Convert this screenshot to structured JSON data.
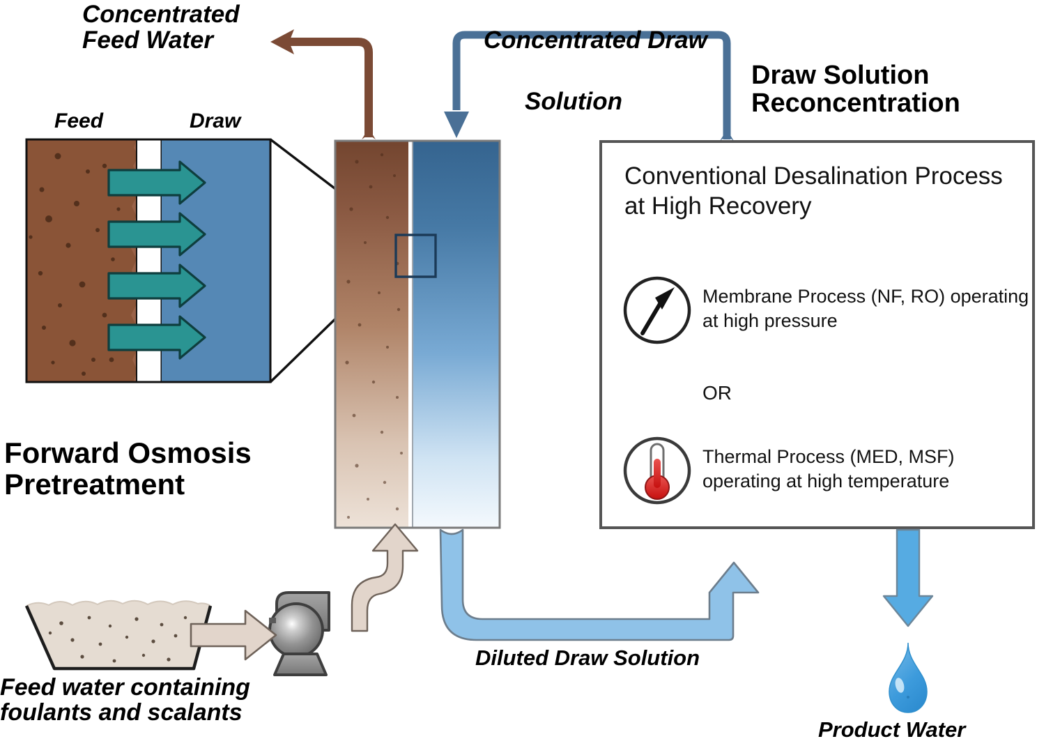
{
  "diagram": {
    "title_labels": {
      "concentrated_feed_water": "Concentrated\nFeed Water",
      "concentrated_draw_solution_l1": "Concentrated Draw",
      "concentrated_draw_solution_l2": "Solution",
      "draw_solution_reconcentration": "Draw Solution\nReconcentration",
      "forward_osmosis_pretreatment": "Forward Osmosis\nPretreatment",
      "feed_water_containing": "Feed water containing\nfoulants and scalants",
      "diluted_draw_solution": "Diluted Draw Solution",
      "product_water": "Product Water"
    },
    "membrane_detail": {
      "feed_label": "Feed",
      "draw_label": "Draw",
      "flux_arrow_count": 4
    },
    "panel": {
      "title": "Conventional Desalination Process at High Recovery",
      "or_label": "OR",
      "rows": [
        {
          "icon": "pressure-gauge-icon",
          "text": "Membrane Process (NF, RO) operating at high pressure"
        },
        {
          "icon": "thermometer-icon",
          "text": "Thermal Process (MED, MSF) operating at high temperature"
        }
      ]
    },
    "colors": {
      "feed_brown_dark": "#7B4C3A",
      "feed_brown_light": "#E3CFC2",
      "draw_blue_dark": "#3C6E9F",
      "draw_blue_light": "#F2F7FC",
      "detail_feed": "#9A6248",
      "detail_draw": "#5588B5",
      "flux_arrow": "#2A9492",
      "brown_pipe": "#7B4A35",
      "blue_pipe": "#4A7096",
      "light_blue_pipe": "#8FC2E8",
      "beige_pipe": "#E2D5CB",
      "pump_gray": "#8C8C8C",
      "panel_border": "#555555",
      "text_black": "#000000",
      "thermometer_red": "#D81E21"
    }
  }
}
